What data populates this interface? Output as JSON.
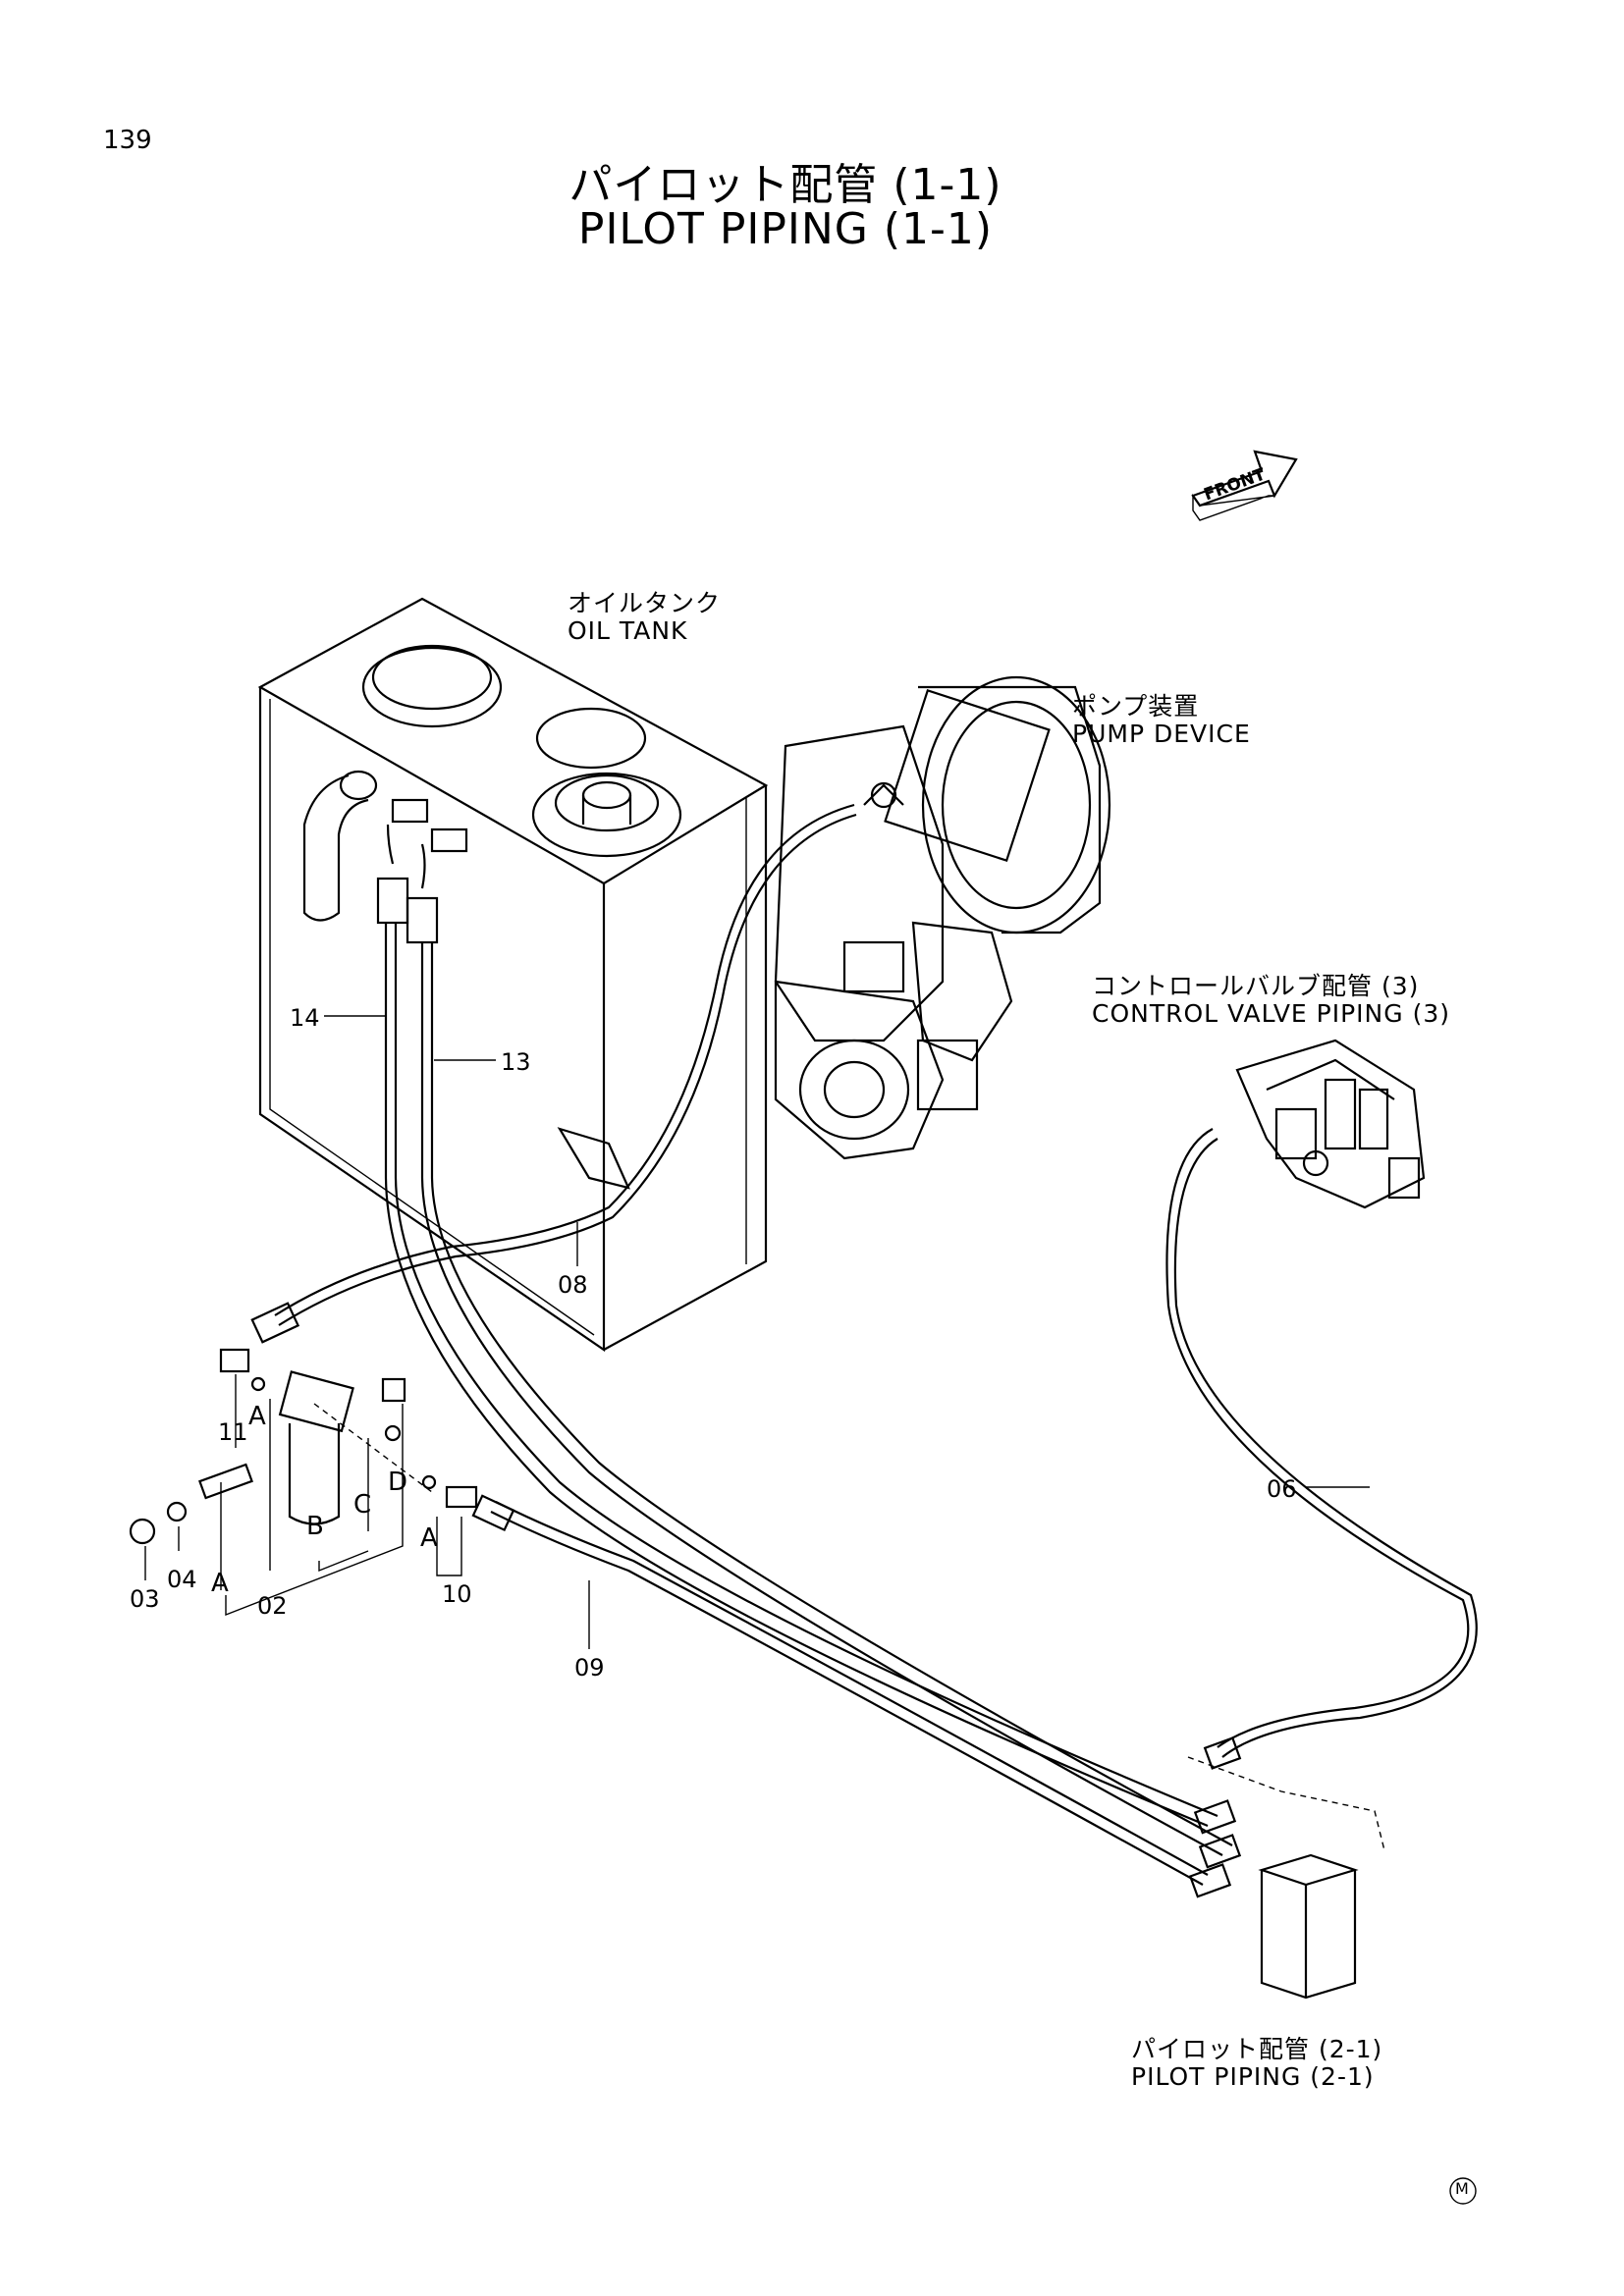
{
  "page": {
    "number": "139"
  },
  "title": {
    "jp": "パイロット配管 (1-1)",
    "en": "PILOT PIPING (1-1)"
  },
  "front_marker": "FRONT",
  "components": {
    "oil_tank": {
      "jp": "オイルタンク",
      "en": "OIL TANK"
    },
    "pump_device": {
      "jp": "ポンプ装置",
      "en": "PUMP DEVICE"
    },
    "control_valve": {
      "jp": "コントロールバルブ配管 (3)",
      "en": "CONTROL VALVE PIPING (3)"
    },
    "pilot_2_1": {
      "jp": "パイロット配管 (2-1)",
      "en": "PILOT PIPING (2-1)"
    }
  },
  "part_numbers": {
    "p14": "14",
    "p13": "13",
    "p08": "08",
    "p06": "06",
    "p09": "09",
    "p11": "11",
    "p10": "10",
    "p02": "02",
    "p03": "03",
    "p04": "04"
  },
  "letters": {
    "a1": "A",
    "a2": "A",
    "a3": "A",
    "b": "B",
    "c": "C",
    "d": "D"
  },
  "mark": "M"
}
